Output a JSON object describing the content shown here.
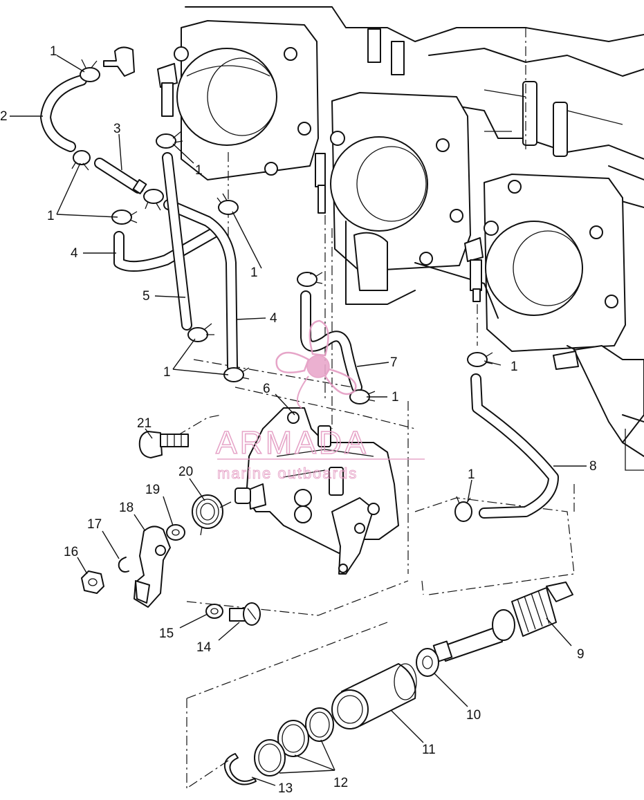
{
  "diagram": {
    "callouts": [
      {
        "id": "c1a",
        "label": "1"
      },
      {
        "id": "c2",
        "label": "2"
      },
      {
        "id": "c1b",
        "label": "1"
      },
      {
        "id": "c3",
        "label": "3"
      },
      {
        "id": "c1c",
        "label": "1"
      },
      {
        "id": "c4a",
        "label": "4"
      },
      {
        "id": "c1d",
        "label": "1"
      },
      {
        "id": "c5",
        "label": "5"
      },
      {
        "id": "c4b",
        "label": "4"
      },
      {
        "id": "c1e",
        "label": "1"
      },
      {
        "id": "c7",
        "label": "7"
      },
      {
        "id": "c1f",
        "label": "1"
      },
      {
        "id": "c1g",
        "label": "1"
      },
      {
        "id": "c6",
        "label": "6"
      },
      {
        "id": "c21",
        "label": "21"
      },
      {
        "id": "c8",
        "label": "8"
      },
      {
        "id": "c20",
        "label": "20"
      },
      {
        "id": "c19",
        "label": "19"
      },
      {
        "id": "c18",
        "label": "18"
      },
      {
        "id": "c17",
        "label": "17"
      },
      {
        "id": "c16",
        "label": "16"
      },
      {
        "id": "c1h",
        "label": "1"
      },
      {
        "id": "c15",
        "label": "15"
      },
      {
        "id": "c14",
        "label": "14"
      },
      {
        "id": "c9",
        "label": "9"
      },
      {
        "id": "c10",
        "label": "10"
      },
      {
        "id": "c11",
        "label": "11"
      },
      {
        "id": "c12",
        "label": "12"
      },
      {
        "id": "c13",
        "label": "13"
      }
    ]
  },
  "watermark": {
    "brand": "ARMADA",
    "tagline": "marine outboards",
    "color": "#e49cc3"
  }
}
